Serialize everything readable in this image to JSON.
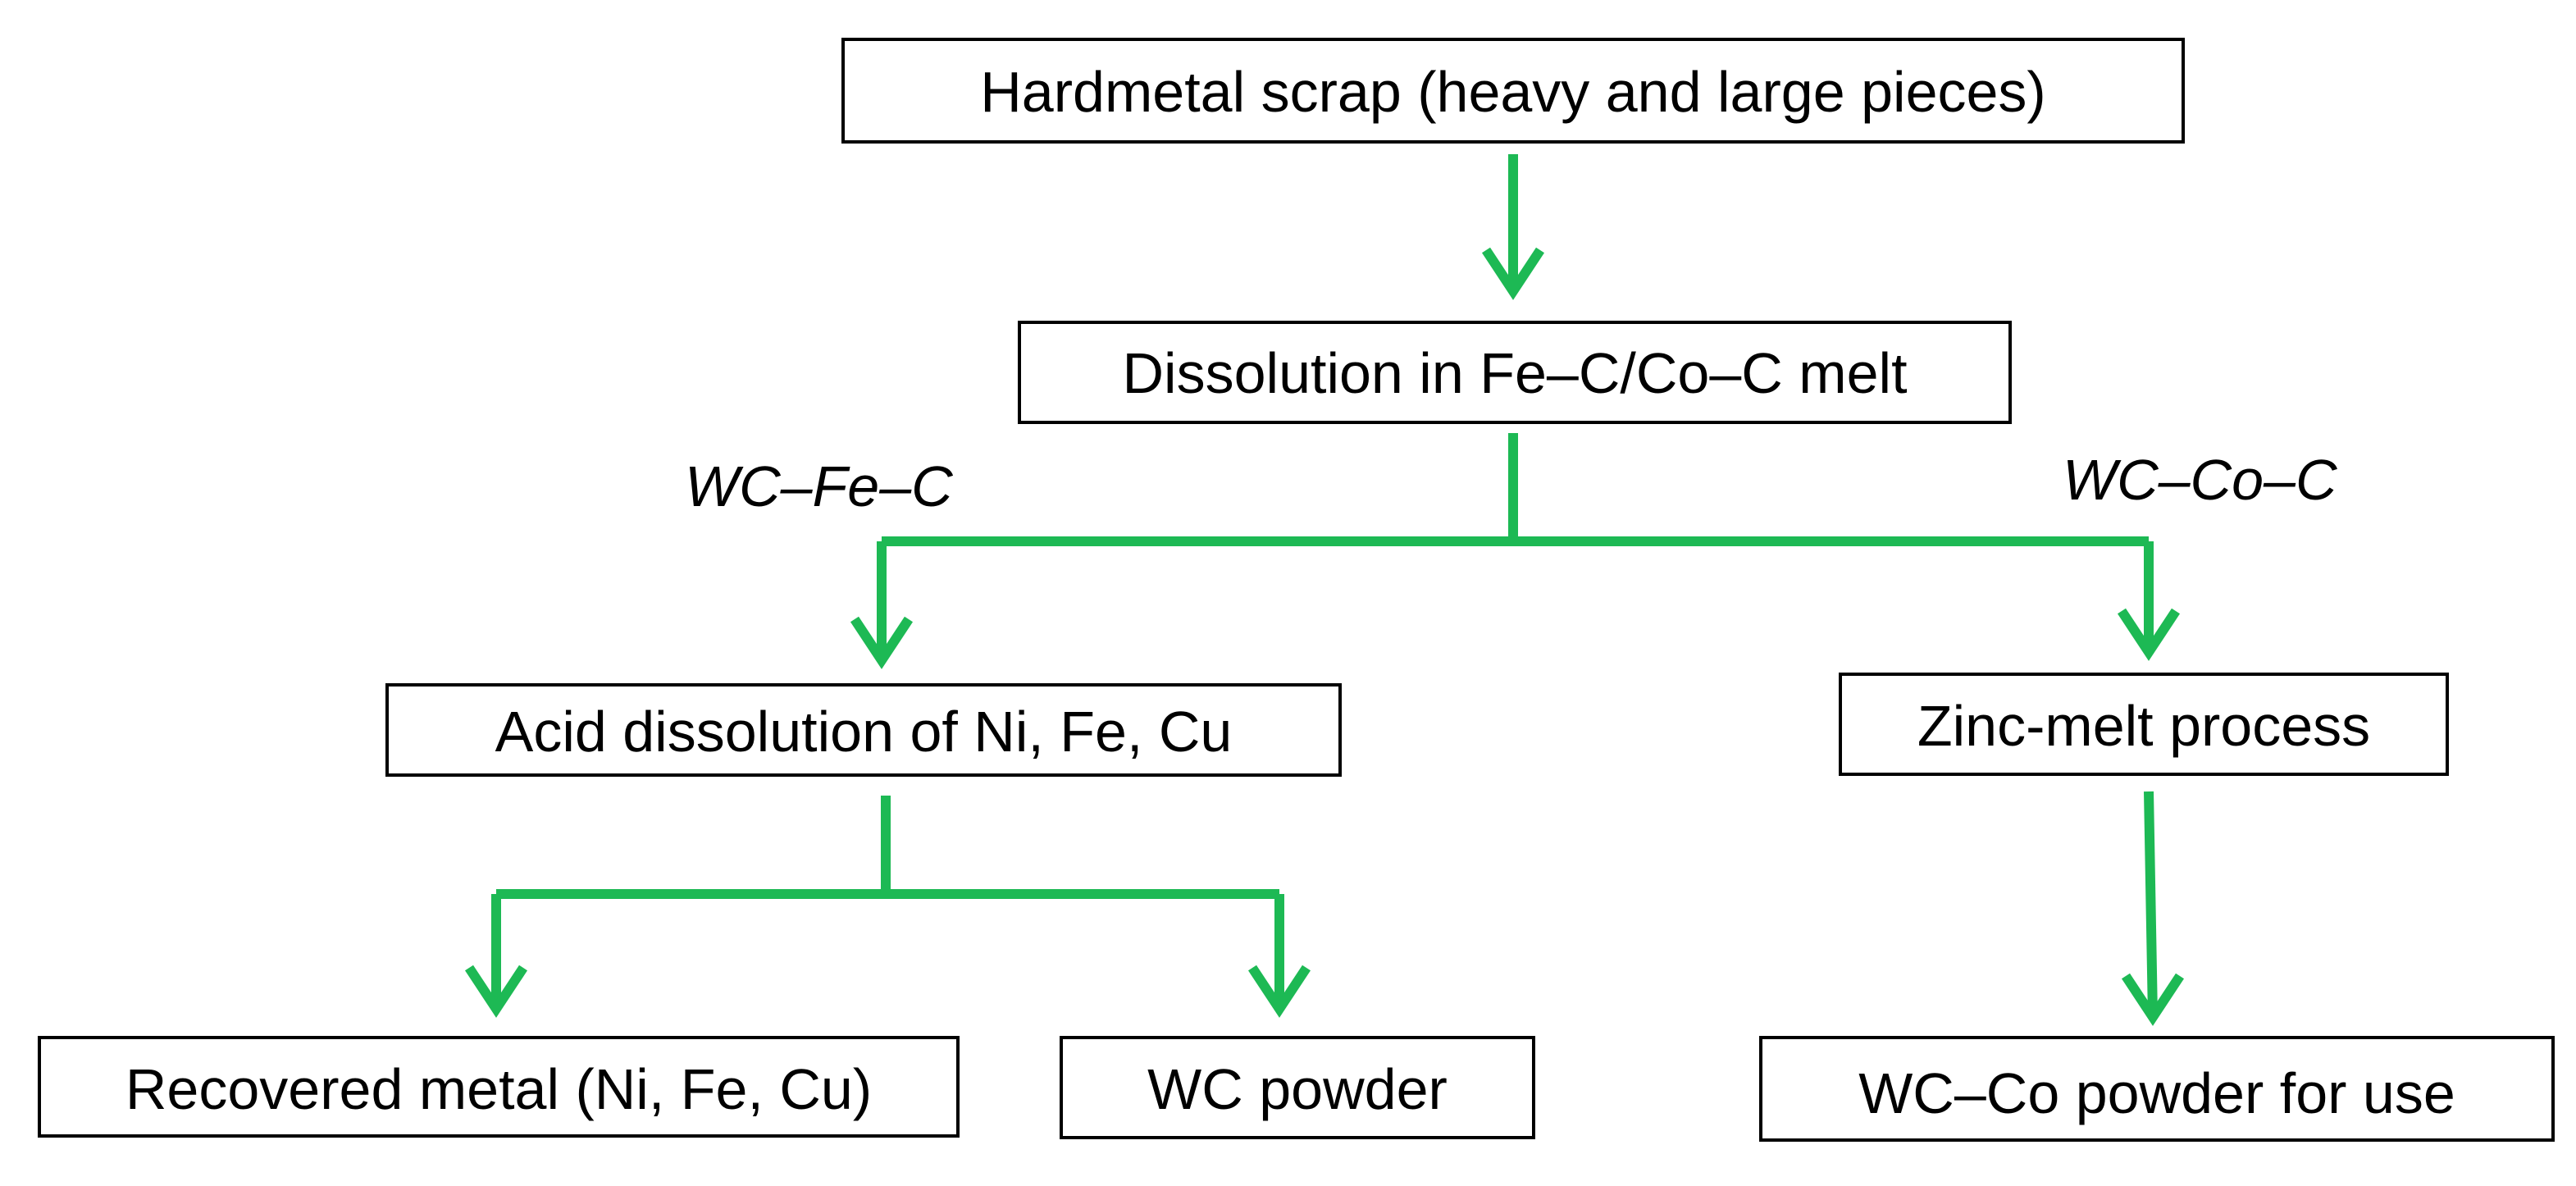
{
  "nodes": {
    "scrap": "Hardmetal scrap (heavy and large pieces)",
    "dissolution": "Dissolution in Fe–C/Co–C melt",
    "acid": "Acid dissolution of Ni, Fe, Cu",
    "zinc": "Zinc-melt process",
    "recovered": "Recovered metal (Ni, Fe, Cu)",
    "wc_powder": "WC powder",
    "wc_co": "WC–Co powder for use"
  },
  "branch_labels": {
    "left": "WC–Fe–C",
    "right": "WC–Co–C"
  },
  "colors": {
    "arrow": "#1db954",
    "box_border": "#000000",
    "text": "#000000"
  }
}
